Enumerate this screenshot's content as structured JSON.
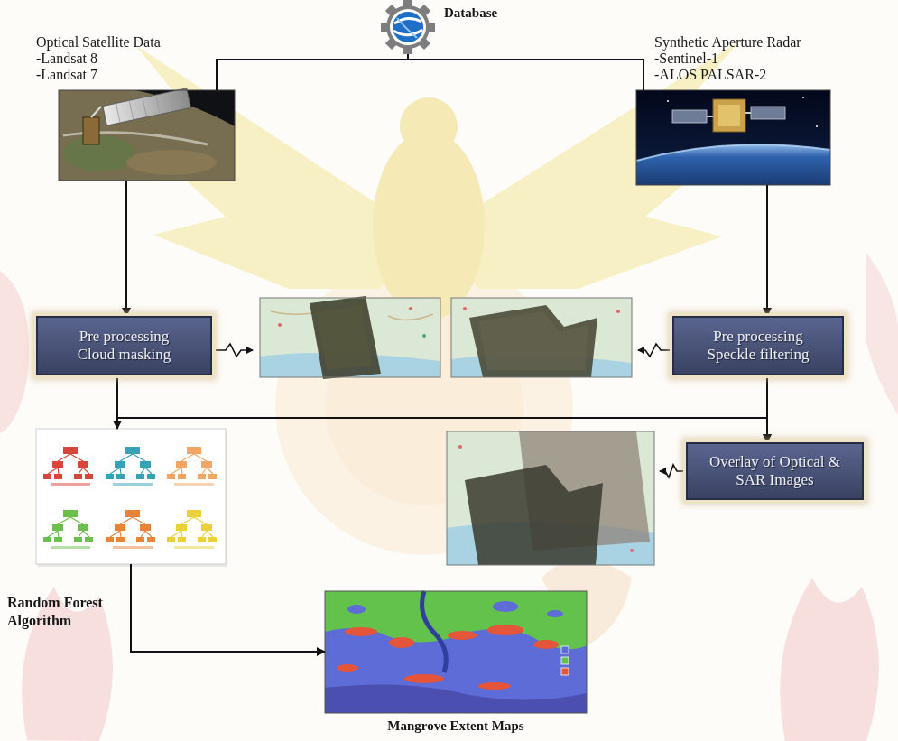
{
  "diagram": {
    "nodes": [
      {
        "text": [
          "Database"
        ]
      },
      {
        "text": [
          "Optical Satellite Data",
          "-Landsat 8",
          "-Landsat 7"
        ]
      },
      {
        "text": [
          "Synthetic Aperture Radar",
          "-Sentinel-1",
          "-ALOS PALSAR-2"
        ]
      },
      {
        "text": [
          "Pre processing",
          "Cloud masking"
        ]
      },
      {
        "text": [
          "Pre processing",
          "Speckle filtering"
        ]
      },
      {
        "text": [
          "Overlay of Optical & SAR Images"
        ]
      },
      {
        "text": [
          "Random Forest Algorithm"
        ]
      },
      {
        "text": [
          "Mangrove Extent Maps"
        ]
      }
    ],
    "edges": [
      {
        "from": 0,
        "to": 1,
        "arrow": "none"
      },
      {
        "from": 0,
        "to": 2,
        "arrow": "none"
      },
      {
        "from": 1,
        "to": 3,
        "arrow": "to"
      },
      {
        "from": 2,
        "to": 4,
        "arrow": "to"
      },
      {
        "from": 3,
        "to": 5,
        "arrow": "to"
      },
      {
        "from": 4,
        "to": 5,
        "arrow": "to"
      },
      {
        "from": 3,
        "to": 6,
        "arrow": "to"
      },
      {
        "from": 6,
        "to": 7,
        "arrow": "to"
      }
    ]
  }
}
